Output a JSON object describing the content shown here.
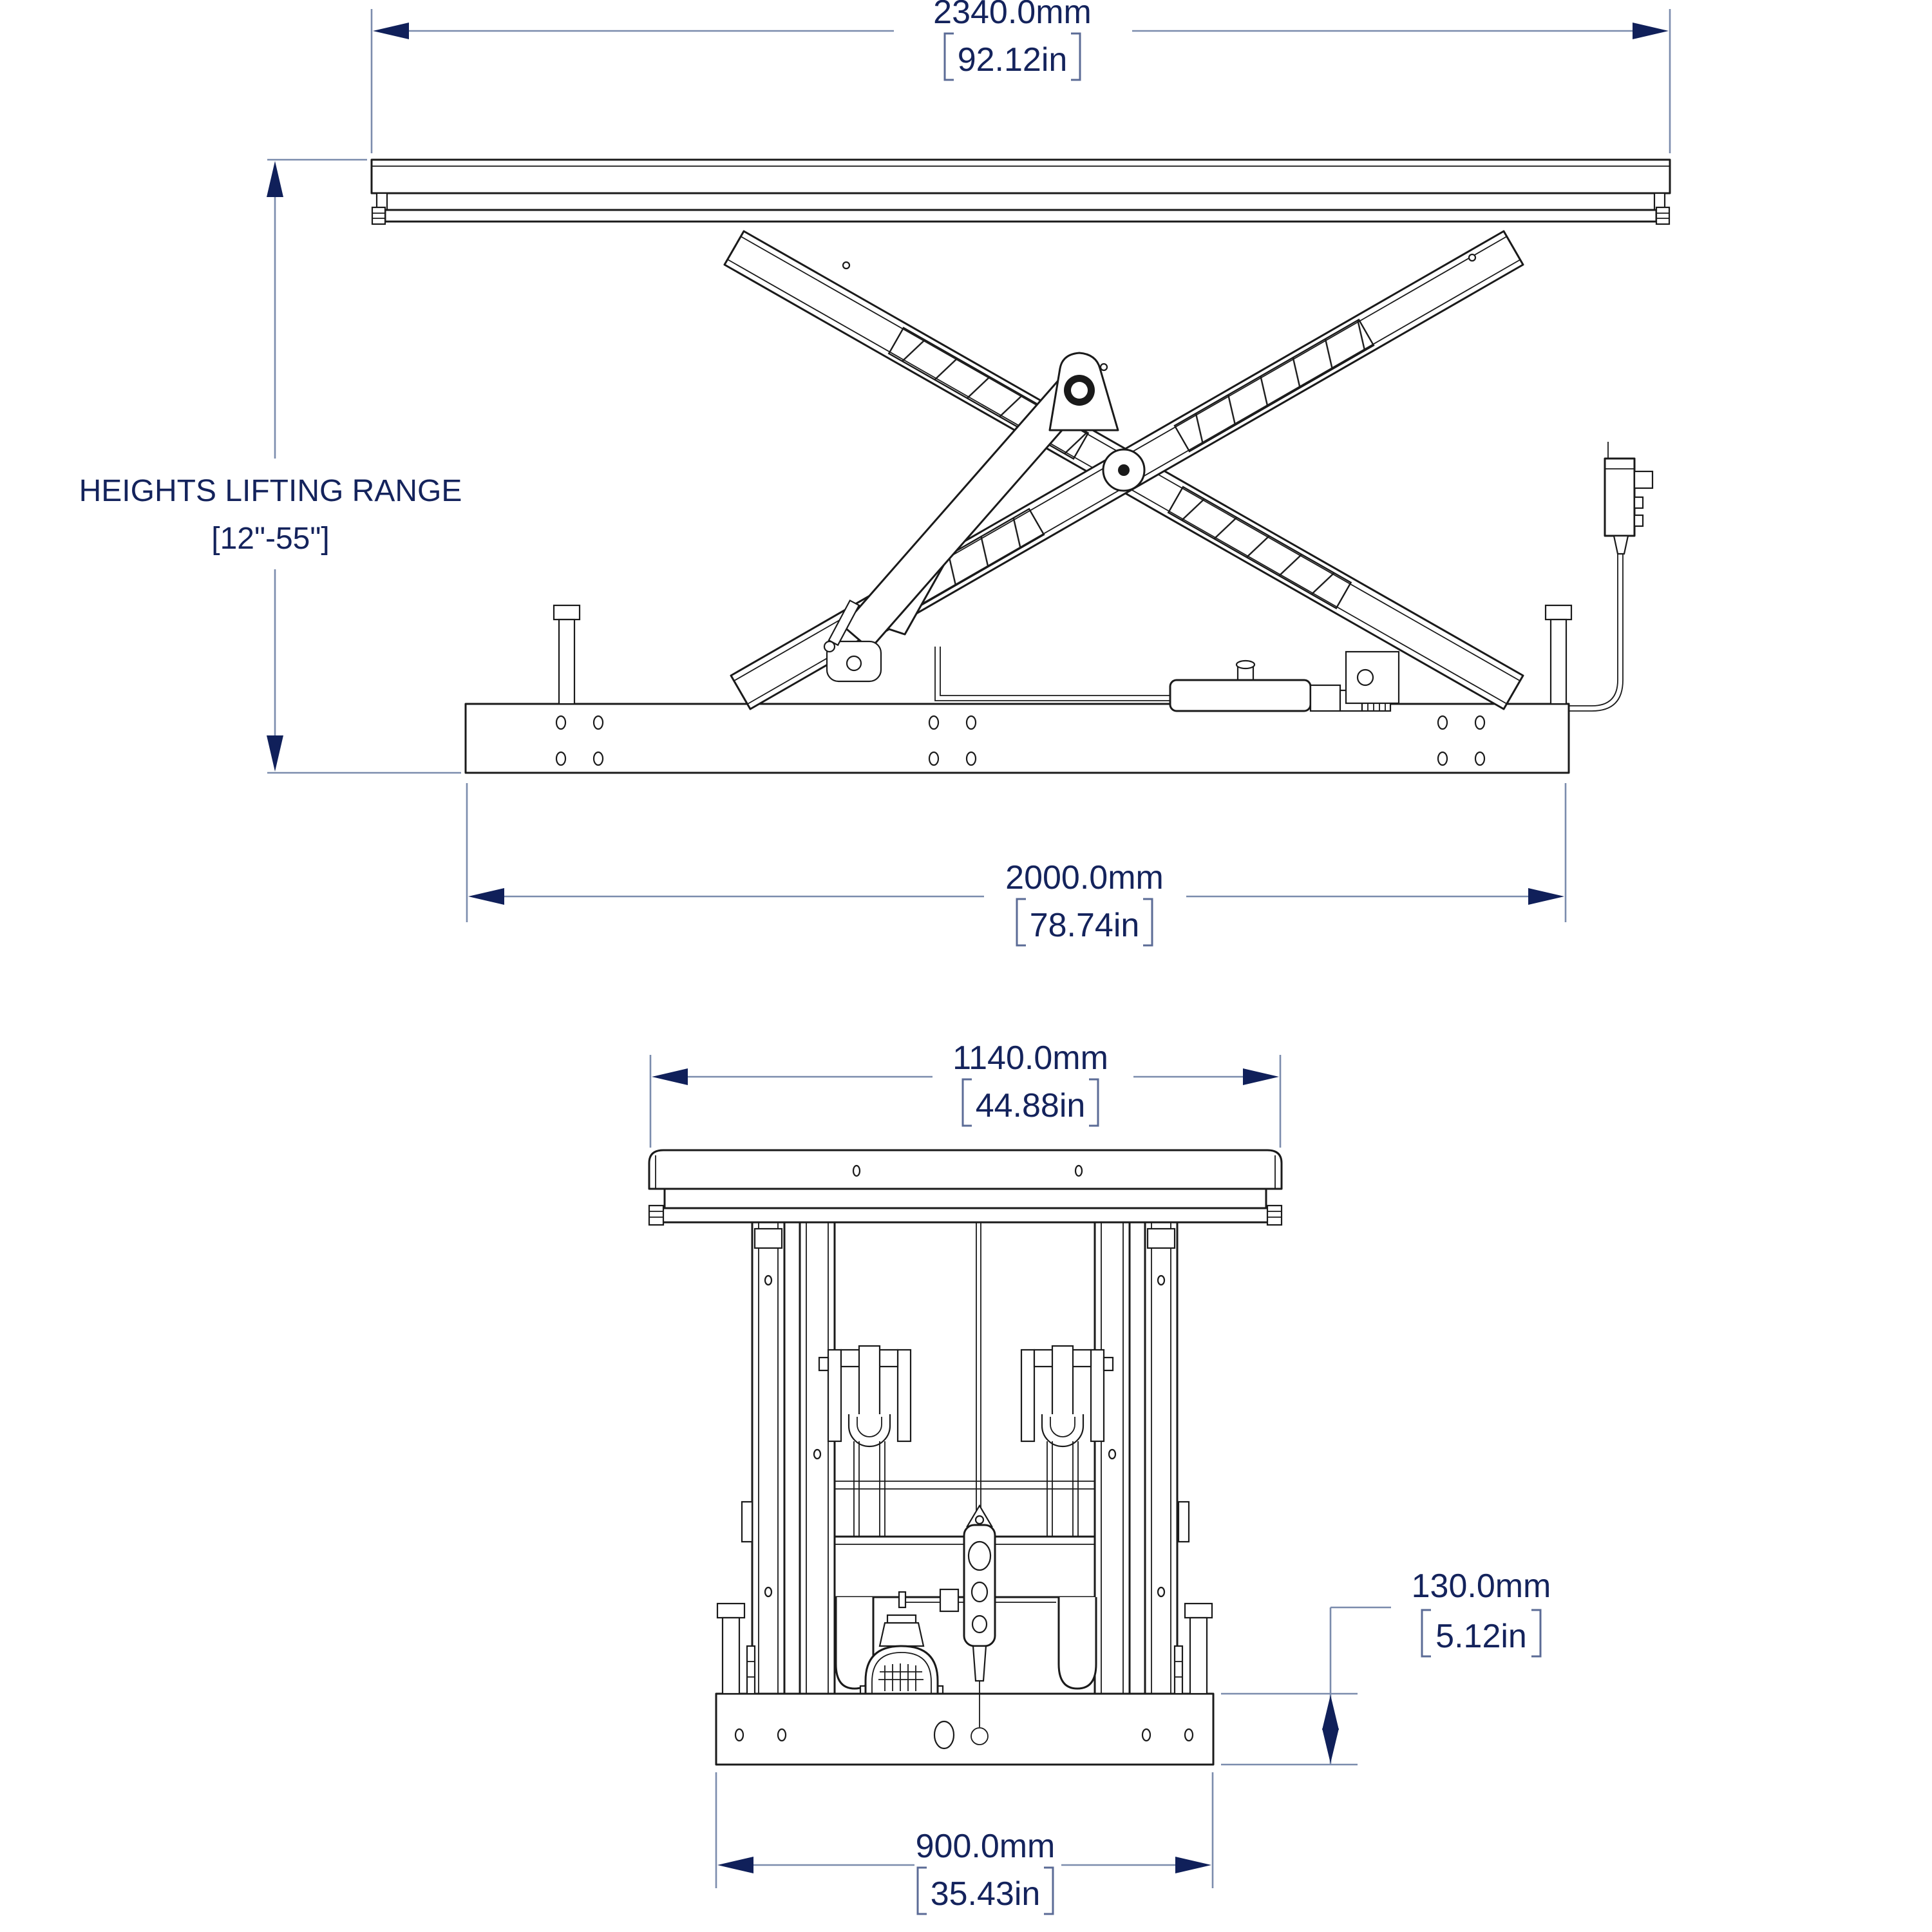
{
  "drawing": {
    "kind": "scissor-lift-table technical dimension drawing",
    "side_view": {
      "width_dim": {
        "mm": "2340.0mm",
        "inches": "92.12in"
      },
      "base_dim": {
        "mm": "2000.0mm",
        "inches": "78.74in"
      },
      "height_dim": {
        "line1": "HEIGHTS LIFTING RANGE",
        "line2": "[12\"-55\"]"
      }
    },
    "end_view": {
      "width_dim": {
        "mm": "1140.0mm",
        "inches": "44.88in"
      },
      "base_dim": {
        "mm": "900.0mm",
        "inches": "35.43in"
      },
      "base_height_dim": {
        "mm": "130.0mm",
        "inches": "5.12in"
      }
    },
    "colors": {
      "dimension_text": "#14235c",
      "dimension_line": "#7b8cad",
      "bracket": "#5b6b96",
      "arrow": "#10205a",
      "drawing_line": "#1a1a1a",
      "background": "#ffffff"
    }
  }
}
